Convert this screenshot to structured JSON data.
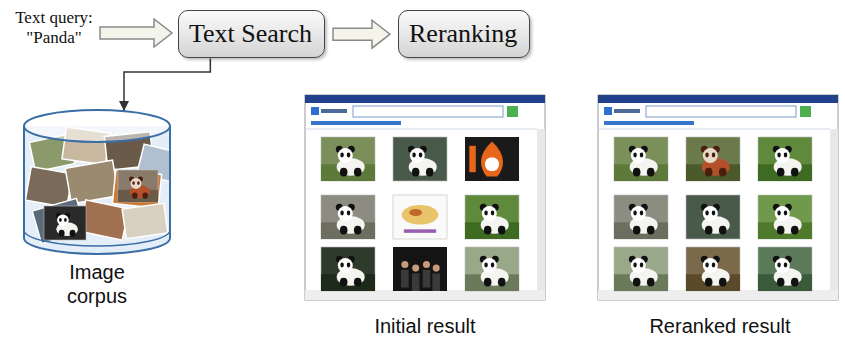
{
  "diagram": {
    "nodes": [
      {
        "text": [
          "Text Search"
        ]
      },
      {
        "text": [
          "Reranking"
        ]
      },
      {
        "text": [
          "Image corpus"
        ]
      }
    ],
    "edges": [
      {
        "from": 0,
        "to": 1,
        "arrow": "to"
      },
      {
        "from": 0,
        "to": 2,
        "arrow": "to"
      }
    ],
    "labels": [
      "Text query: \"Panda\"",
      "Initial result",
      "Reranked result"
    ]
  }
}
